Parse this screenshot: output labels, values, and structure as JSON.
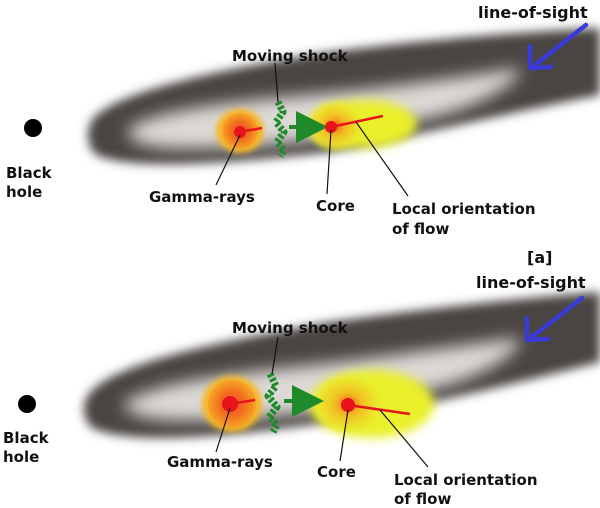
{
  "panel_top": {
    "labels": {
      "line_of_sight": "line-of-sight",
      "moving_shock": "Moving shock",
      "black_hole_1": "Black",
      "black_hole_2": "hole",
      "gamma_rays": "Gamma-rays",
      "core": "Core",
      "flow_1": "Local orientation",
      "flow_2": "of flow"
    },
    "tag": "[a]"
  },
  "panel_bottom": {
    "labels": {
      "line_of_sight": "line-of-sight",
      "moving_shock": "Moving shock",
      "black_hole_1": "Black",
      "black_hole_2": "hole",
      "gamma_rays": "Gamma-rays",
      "core": "Core",
      "flow_1": "Local orientation",
      "flow_2": "of flow"
    }
  },
  "colors": {
    "jet": "#4a4442",
    "jet_inner": "#d9d6d3",
    "gamma_zone": "#f26d1f",
    "core_zone": "#e9ef2a",
    "red_spot": "#e8141a",
    "shock": "#1f8a2a",
    "sight_arrow": "#3a3ad6",
    "black_hole": "#000000"
  },
  "icons": [
    "black-hole-icon",
    "gamma-ray-spot-icon",
    "core-spot-icon",
    "shock-arrow-icon",
    "line-of-sight-arrow-icon"
  ]
}
